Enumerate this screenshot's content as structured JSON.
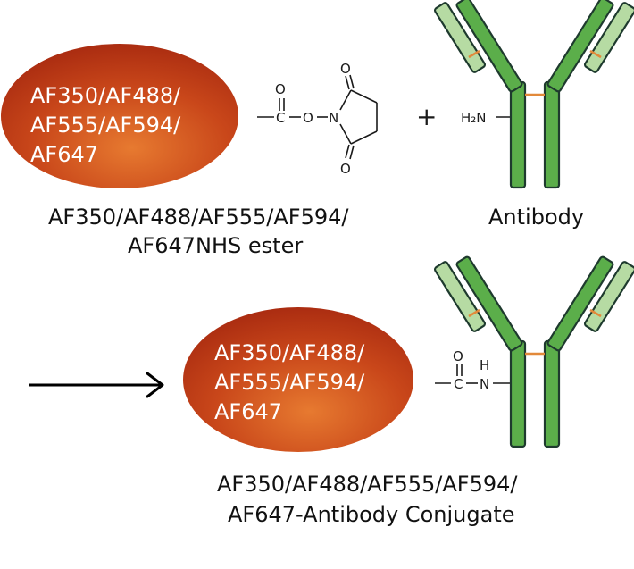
{
  "colors": {
    "dye_light": "#E36D2A",
    "dye_dark": "#B02E12",
    "antibody_dark": "#5BAE4A",
    "antibody_light": "#B6DBA3",
    "antibody_outline": "#1E3A2E",
    "disulfide": "#E2893A",
    "arrow": "#000000"
  },
  "top_row": {
    "dye_lines": [
      "AF350/AF488/",
      "AF555/AF594/",
      "AF647"
    ],
    "nhs_group": {
      "carbonyl_O": "O",
      "carbon": "C",
      "ester_O": "O",
      "ring_N": "N",
      "ring_O_top": "O",
      "ring_O_bottom": "O"
    },
    "plus": "+",
    "amine_label": "H₂N",
    "caption_lines": [
      "AF350/AF488/AF555/AF594/",
      "AF647NHS ester"
    ],
    "antibody_caption": "Antibody"
  },
  "bottom_row": {
    "arrow_icon": "right-arrow-icon",
    "dye_lines": [
      "AF350/AF488/",
      "AF555/AF594/",
      "AF647"
    ],
    "amide_group": {
      "carbonyl_O": "O",
      "carbon": "C",
      "H": "H",
      "N": "N"
    },
    "caption_lines": [
      "AF350/AF488/AF555/AF594/",
      "AF647-Antibody Conjugate"
    ]
  }
}
